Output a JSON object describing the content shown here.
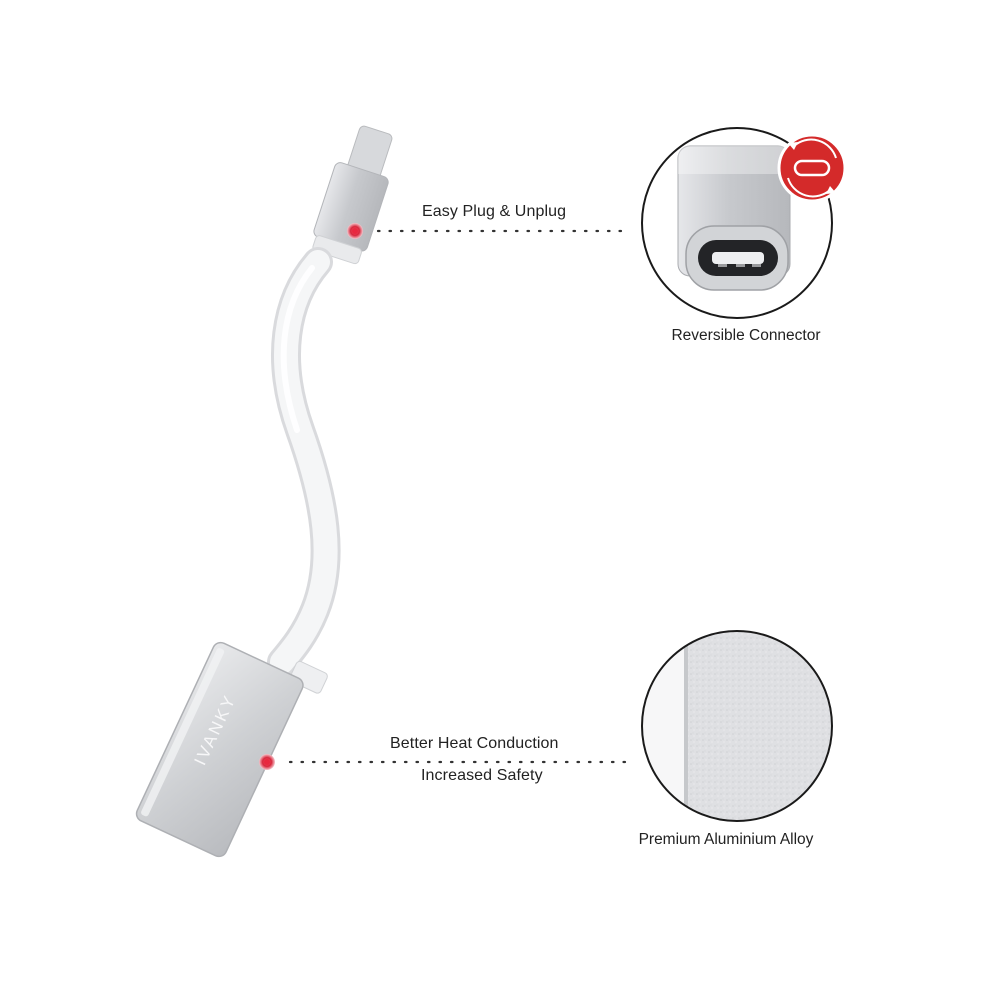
{
  "callouts": {
    "top_label": "Easy Plug & Unplug",
    "bottom_label_line1": "Better Heat Conduction",
    "bottom_label_line2": "Increased Safety"
  },
  "details": {
    "top_caption": "Reversible Connector",
    "bottom_caption": "Premium Aluminium Alloy"
  },
  "product": {
    "brand_text": "IVANKY"
  },
  "colors": {
    "marker_red": "#d8243a",
    "badge_red": "#d42a2a",
    "aluminium": "#c9cbcf",
    "cable_white": "#f2f3f5"
  }
}
